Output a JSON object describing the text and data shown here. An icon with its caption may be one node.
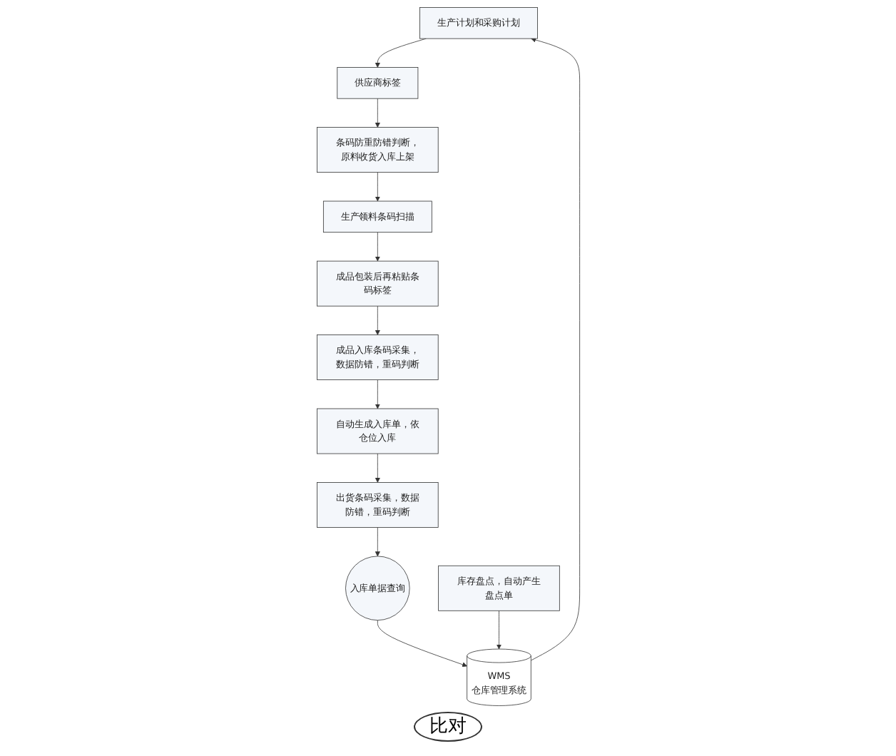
{
  "diagram": {
    "nodes": [
      {
        "text": [
          "生产计划和采购计划"
        ]
      },
      {
        "text": [
          "供应商标签"
        ]
      },
      {
        "text": [
          "条码防重防错判断，原料收货入库上架"
        ]
      },
      {
        "text": [
          "生产领料条码扫描"
        ]
      },
      {
        "text": [
          "成品包装后再粘贴条码标签"
        ]
      },
      {
        "text": [
          "成品入库条码采集，数据防错，重码判断"
        ]
      },
      {
        "text": [
          "自动生成入库单，依仓位入库"
        ]
      },
      {
        "text": [
          "出货条码采集，数据防错，重码判断"
        ]
      },
      {
        "text": [
          "入库单据查询"
        ]
      },
      {
        "text": [
          "WMS",
          "仓库管理系统"
        ]
      },
      {
        "text": [
          "库存盘点，自动产生盘点单"
        ]
      }
    ],
    "edges": [
      {
        "from": 0,
        "to": 1,
        "arrow": "to"
      },
      {
        "from": 1,
        "to": 2,
        "arrow": "to"
      },
      {
        "from": 2,
        "to": 3,
        "arrow": "to"
      },
      {
        "from": 3,
        "to": 4,
        "arrow": "to"
      },
      {
        "from": 4,
        "to": 5,
        "arrow": "to"
      },
      {
        "from": 5,
        "to": 6,
        "arrow": "to"
      },
      {
        "from": 6,
        "to": 7,
        "arrow": "to"
      },
      {
        "from": 7,
        "to": 8,
        "arrow": "to"
      },
      {
        "from": 8,
        "to": 9,
        "arrow": "to"
      },
      {
        "from": 10,
        "to": 9,
        "arrow": "to"
      },
      {
        "from": 9,
        "to": 0,
        "arrow": "to"
      }
    ],
    "labels": [
      "比对"
    ]
  }
}
